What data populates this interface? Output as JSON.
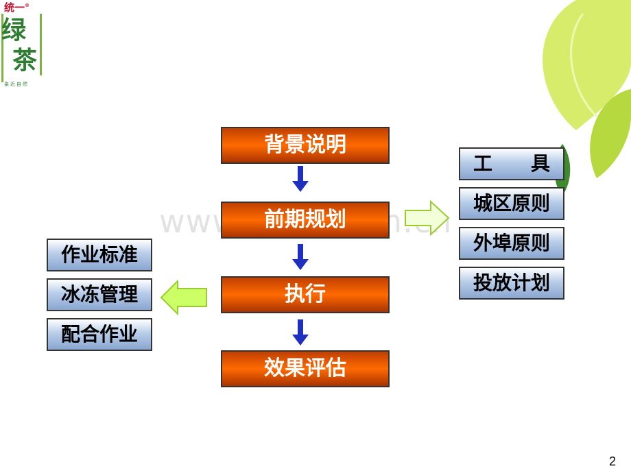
{
  "logo": {
    "brand": "统一",
    "brand_mark": "®",
    "line1": "绿",
    "line2": "茶",
    "slogan": "亲近自然"
  },
  "flow": {
    "steps": [
      "背景说明",
      "前期规划",
      "执行",
      "效果评估"
    ]
  },
  "left_group": {
    "items": [
      "作业标准",
      "冰冻管理",
      "配合作业"
    ]
  },
  "right_group": {
    "items": [
      "工　　具",
      "城区原则",
      "外埠原则",
      "投放计划"
    ]
  },
  "watermark": "www.zixin.com.cn",
  "page_number": "2",
  "colors": {
    "main_box": "#ff6a00",
    "side_box": "#b8cde9",
    "down_arrow": "#1f2fbf",
    "side_arrow": "#ccff66",
    "leaf": "#c6e65a",
    "logo_green": "#2e7d32"
  }
}
